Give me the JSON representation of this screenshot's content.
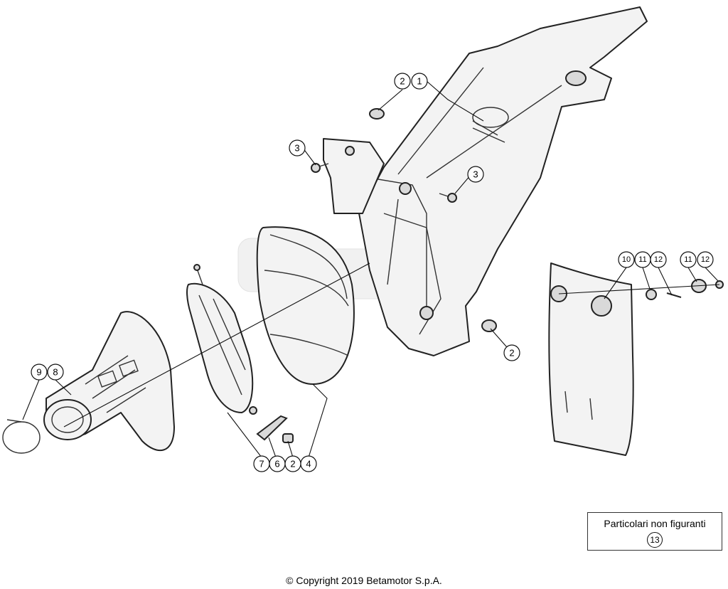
{
  "callouts": [
    {
      "id": "c2a",
      "label": "2"
    },
    {
      "id": "c1",
      "label": "1"
    },
    {
      "id": "c3a",
      "label": "3"
    },
    {
      "id": "c3b",
      "label": "3"
    },
    {
      "id": "c10",
      "label": "10"
    },
    {
      "id": "c11a",
      "label": "11"
    },
    {
      "id": "c12a",
      "label": "12"
    },
    {
      "id": "c11b",
      "label": "11"
    },
    {
      "id": "c12b",
      "label": "12"
    },
    {
      "id": "c2b",
      "label": "2"
    },
    {
      "id": "c9",
      "label": "9"
    },
    {
      "id": "c8",
      "label": "8"
    },
    {
      "id": "c7",
      "label": "7"
    },
    {
      "id": "c6",
      "label": "6"
    },
    {
      "id": "c2c",
      "label": "2"
    },
    {
      "id": "c4",
      "label": "4"
    }
  ],
  "legend": {
    "title": "Particolari non figuranti",
    "number": "13"
  },
  "footer": {
    "copyright": "© Copyright 2019 Betamotor S.p.A."
  }
}
